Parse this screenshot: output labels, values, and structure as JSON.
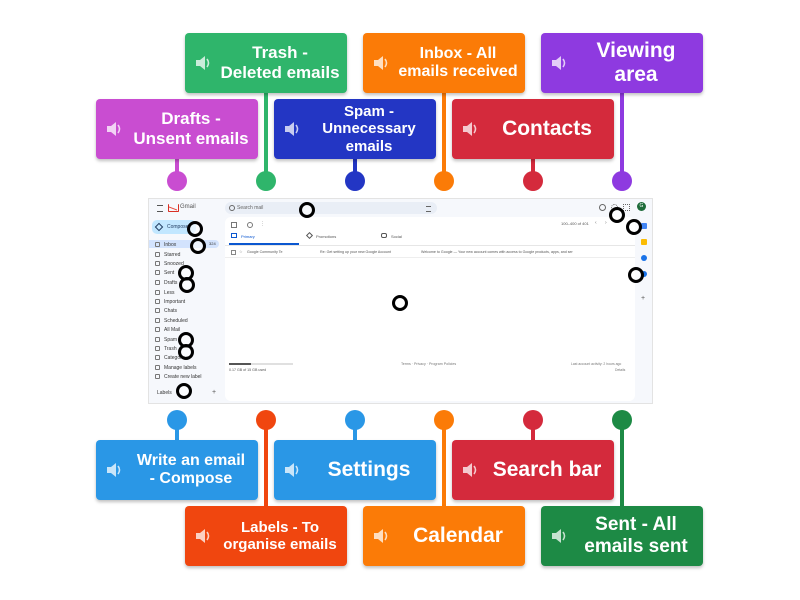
{
  "labels": {
    "trash": "Trash -\nDeleted emails",
    "inbox": "Inbox - All\nemails received",
    "viewing": "Viewing\narea",
    "drafts": "Drafts -\nUnsent emails",
    "spam": "Spam -\nUnnecessary\nemails",
    "contacts": "Contacts",
    "compose": "Write an email\n- Compose",
    "settings": "Settings",
    "searchbar": "Search bar",
    "labels_folder": "Labels - To\norganise emails",
    "calendar": "Calendar",
    "sent": "Sent - All\nemails sent"
  },
  "gmail": {
    "app_name": "Gmail",
    "search_placeholder": "Search mail",
    "compose": "Compose",
    "sidebar": [
      "Inbox",
      "Starred",
      "Snoozed",
      "Sent",
      "Drafts",
      "Less",
      "Important",
      "Chats",
      "Scheduled",
      "All Mail",
      "Spam",
      "Trash",
      "Categories",
      "Manage labels",
      "Create new label"
    ],
    "inbox_count": "324",
    "labels_heading": "Labels",
    "tabs": [
      "Primary",
      "Promotions",
      "Social"
    ],
    "page_range": "100–400 of 401",
    "email_sender": "Google Community Te",
    "email_subject": "Re: Get setting up your new Google Account",
    "email_snippet": "Welcome to Google — Your new account comes with access to Google products, apps, and ser",
    "storage": "0.17 GB of 15 GB used",
    "footer_terms": "Terms · Privacy · Program Policies",
    "footer_activity": "Last account activity: 2 hours ago",
    "footer_details": "Details",
    "avatar_letter": "G"
  },
  "colors": {
    "green": "#2fb56b",
    "orange": "#fb7b07",
    "purple": "#8e3ae0",
    "magenta": "#c94dd1",
    "navy": "#2336c4",
    "red": "#d42a3c",
    "blue": "#2a97e6",
    "red_orange": "#f0460f",
    "dark_green": "#1d8a45"
  }
}
